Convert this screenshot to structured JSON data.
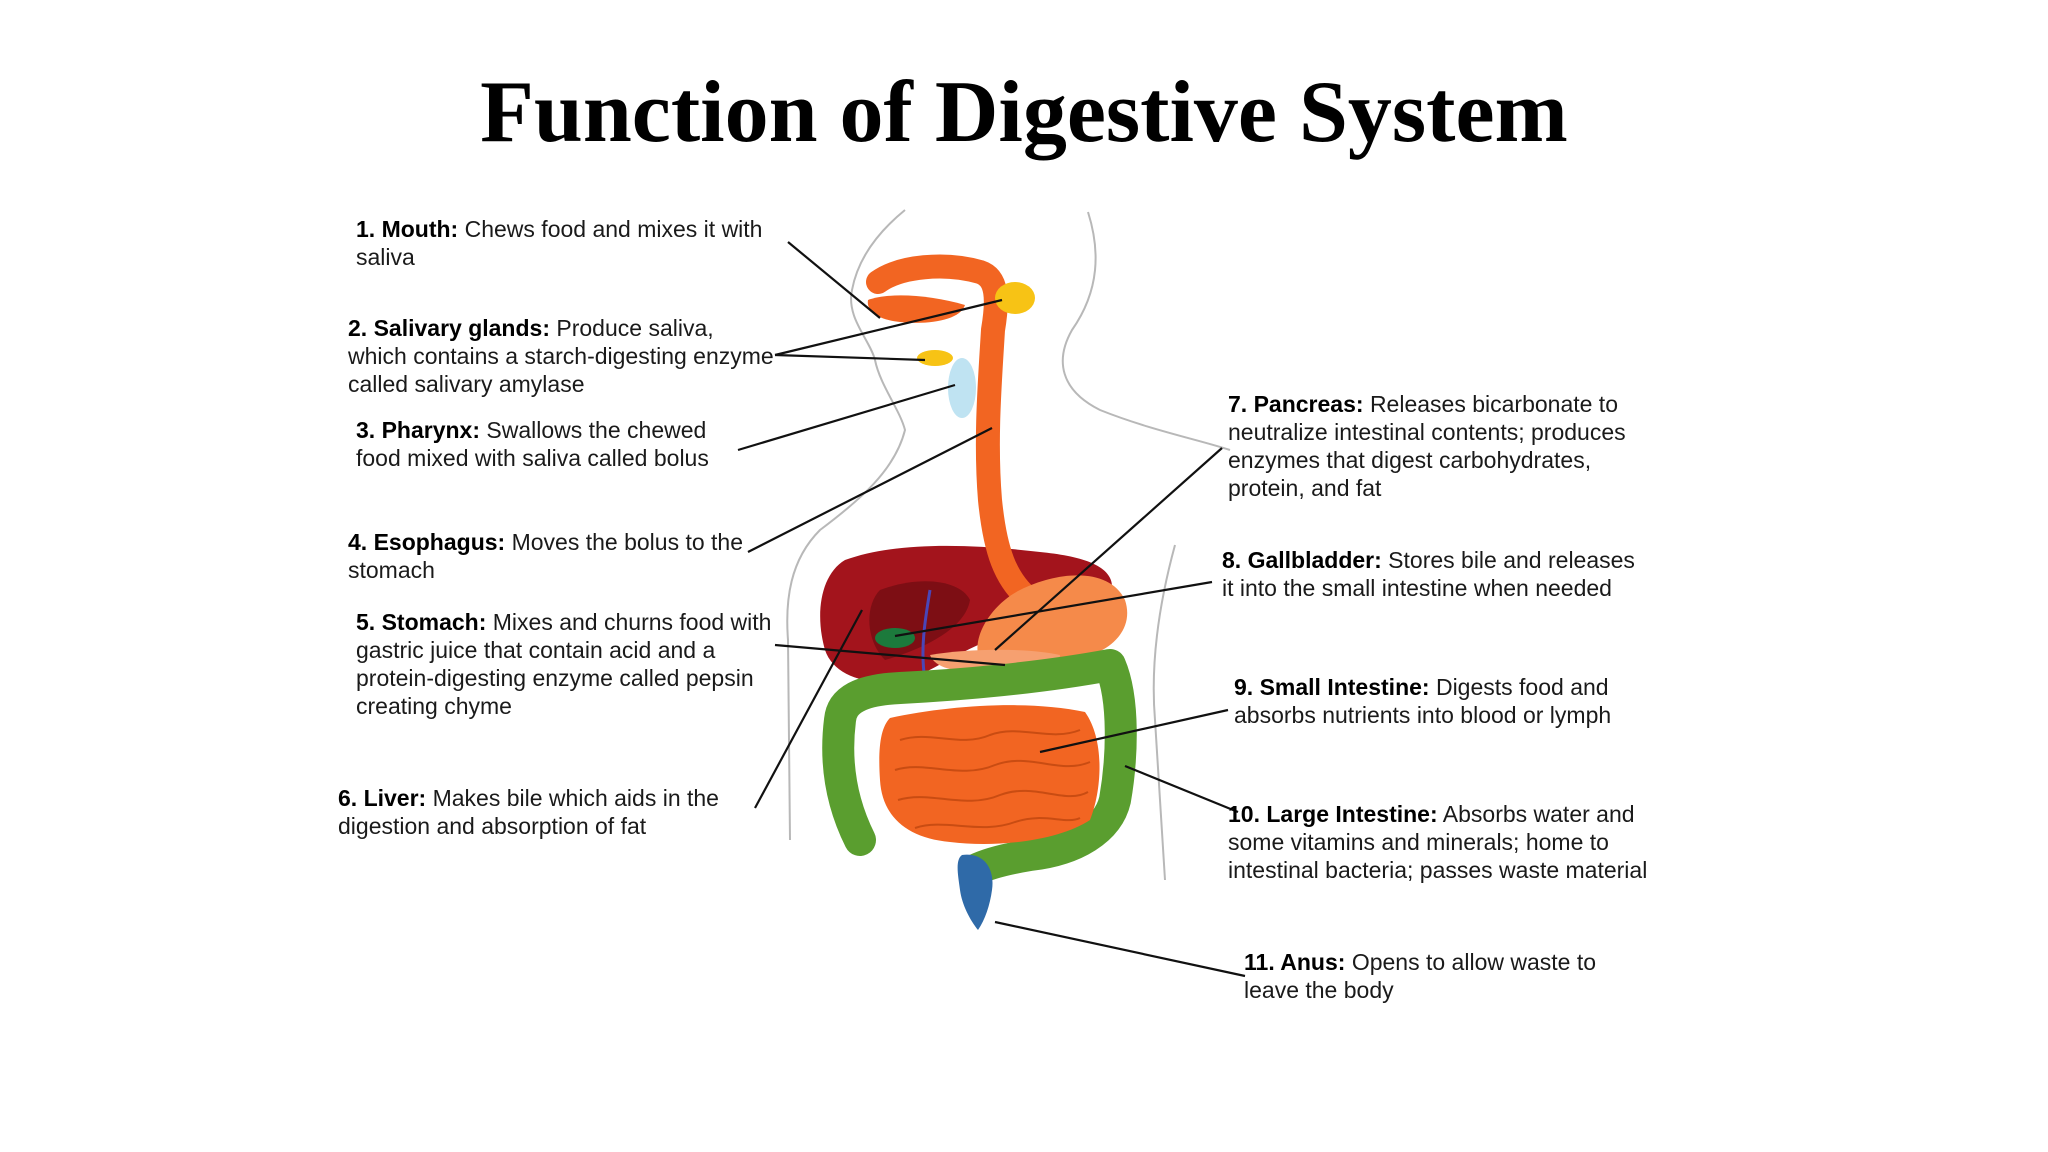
{
  "title": "Function of Digestive System",
  "colors": {
    "organ_orange": "#f26522",
    "liver_red": "#a3141c",
    "intestine_green": "#5a9e2f",
    "salivary_yellow": "#f7c315",
    "rectum_blue": "#2f6aa8",
    "body_outline": "#b8b8b8"
  },
  "organs": [
    {
      "id": "mouth",
      "num": "1.",
      "name": "Mouth:",
      "desc": "Chews food and mixes it with saliva"
    },
    {
      "id": "salivary",
      "num": "2.",
      "name": "Salivary glands:",
      "desc": "Produce saliva, which contains a starch-digesting enzyme called salivary amylase"
    },
    {
      "id": "pharynx",
      "num": "3.",
      "name": "Pharynx:",
      "desc": "Swallows the chewed food mixed with saliva called bolus"
    },
    {
      "id": "esophagus",
      "num": "4.",
      "name": "Esophagus:",
      "desc": "Moves the bolus to the stomach"
    },
    {
      "id": "stomach",
      "num": "5.",
      "name": "Stomach:",
      "desc": "Mixes and churns food with gastric juice that contain acid and a protein-digesting enzyme called pepsin creating chyme"
    },
    {
      "id": "liver",
      "num": "6.",
      "name": "Liver:",
      "desc": "Makes bile which aids in the digestion and absorption of fat"
    },
    {
      "id": "pancreas",
      "num": "7.",
      "name": "Pancreas:",
      "desc": "Releases bicarbonate to neutralize intestinal contents; produces enzymes that digest carbohydrates, protein, and fat"
    },
    {
      "id": "gallbladder",
      "num": "8.",
      "name": "Gallbladder:",
      "desc": "Stores bile and releases it into the small intestine when needed"
    },
    {
      "id": "small-intestine",
      "num": "9.",
      "name": "Small Intestine:",
      "desc": "Digests food and absorbs nutrients into blood or lymph"
    },
    {
      "id": "large-intestine",
      "num": "10.",
      "name": "Large Intestine:",
      "desc": "Absorbs water and some vitamins and minerals; home to intestinal bacteria; passes waste material"
    },
    {
      "id": "anus",
      "num": "11.",
      "name": "Anus:",
      "desc": "Opens to allow waste to leave the body"
    }
  ]
}
